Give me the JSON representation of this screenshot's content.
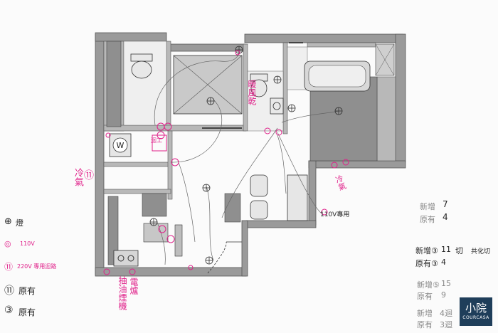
{
  "legend": [
    {
      "symbol": "⊕",
      "text": "燈"
    },
    {
      "symbol": "◎",
      "text": "110V"
    },
    {
      "symbol": "⑪",
      "text": "220V 專用迴路"
    },
    {
      "symbol": "⑪",
      "text": "原有"
    },
    {
      "symbol": "③",
      "text": "原有"
    }
  ],
  "counts": [
    {
      "label": "新增",
      "value": "7"
    },
    {
      "label": "原有",
      "value": "4"
    },
    {
      "label": "新增③",
      "value": "11"
    },
    {
      "label": "原有③",
      "value": "4"
    },
    {
      "label": "新增⑤",
      "value": "15"
    },
    {
      "label": "原有",
      "value": "9"
    },
    {
      "label": "新增",
      "value": "4迴"
    },
    {
      "label": "原有",
      "value": "3迴"
    }
  ],
  "count_notes": [
    "切",
    "共化切"
  ],
  "annotations": {
    "ac_left": "冷氣",
    "ac_left_symbol": "⑪",
    "heater": "暖風乾",
    "ac_right": "冷氣",
    "washer_label": "W",
    "toilet_plug": "110V專用",
    "hood": "抽油煙機",
    "stove": "電爐",
    "small_box": "迴工"
  },
  "brand": {
    "name": "小院",
    "sub": "COURCASA"
  }
}
